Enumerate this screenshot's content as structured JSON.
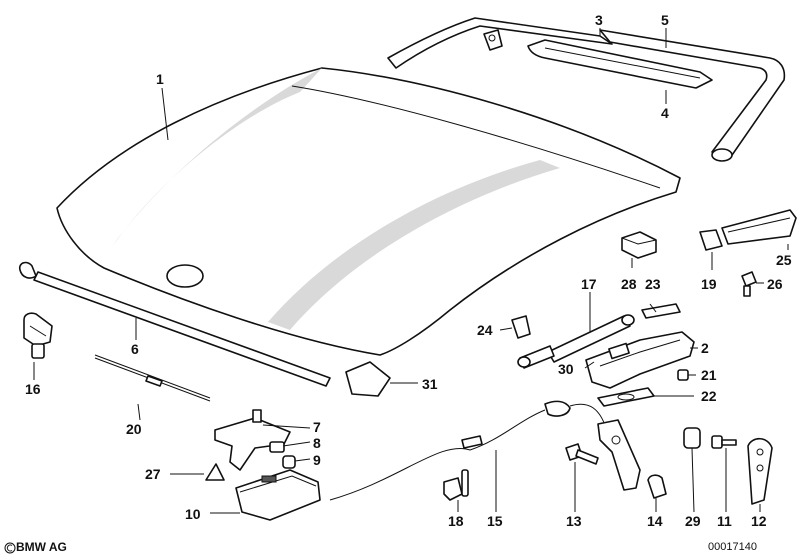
{
  "footer": {
    "brand": "BMW AG",
    "document_number": "00017140"
  },
  "callouts": {
    "p1": "1",
    "p2": "2",
    "p3": "3",
    "p4": "4",
    "p5": "5",
    "p6": "6",
    "p7": "7",
    "p8": "8",
    "p9": "9",
    "p10": "10",
    "p11": "11",
    "p12": "12",
    "p13": "13",
    "p14": "14",
    "p15": "15",
    "p16": "16",
    "p17": "17",
    "p18": "18",
    "p19": "19",
    "p20": "20",
    "p21": "21",
    "p22": "22",
    "p23": "23",
    "p24": "24",
    "p25": "25",
    "p26": "26",
    "p27": "27",
    "p28": "28",
    "p29": "29",
    "p30": "30",
    "p31": "31"
  }
}
